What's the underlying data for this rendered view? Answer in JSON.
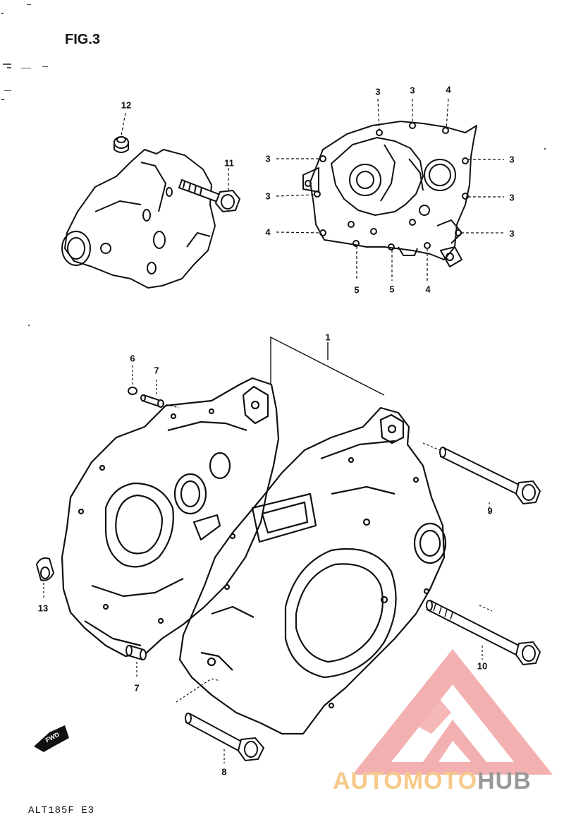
{
  "figure": {
    "title": "FIG.3",
    "model_code": "ALT185F E3",
    "fwd_label": "FWD"
  },
  "callouts": [
    {
      "id": "12",
      "text": "12"
    },
    {
      "id": "11",
      "text": "11"
    },
    {
      "id": "3a",
      "text": "3"
    },
    {
      "id": "3b",
      "text": "3"
    },
    {
      "id": "4a",
      "text": "4"
    },
    {
      "id": "3c",
      "text": "3"
    },
    {
      "id": "3d",
      "text": "3"
    },
    {
      "id": "3e",
      "text": "3"
    },
    {
      "id": "3f",
      "text": "3"
    },
    {
      "id": "4b",
      "text": "4"
    },
    {
      "id": "3g",
      "text": "3"
    },
    {
      "id": "5a",
      "text": "5"
    },
    {
      "id": "5b",
      "text": "5"
    },
    {
      "id": "4c",
      "text": "4"
    },
    {
      "id": "1",
      "text": "1"
    },
    {
      "id": "6",
      "text": "6"
    },
    {
      "id": "7a",
      "text": "7"
    },
    {
      "id": "9",
      "text": "9"
    },
    {
      "id": "13",
      "text": "13"
    },
    {
      "id": "7b",
      "text": "7"
    },
    {
      "id": "10",
      "text": "10"
    },
    {
      "id": "8",
      "text": "8"
    }
  ],
  "watermark": {
    "part1": "AUTO",
    "part2": "MOTO",
    "part3": "HUB",
    "color_primary": "#f08a8a",
    "color_text": "#f6c98a",
    "color_text_gray": "#9a9a9a"
  }
}
